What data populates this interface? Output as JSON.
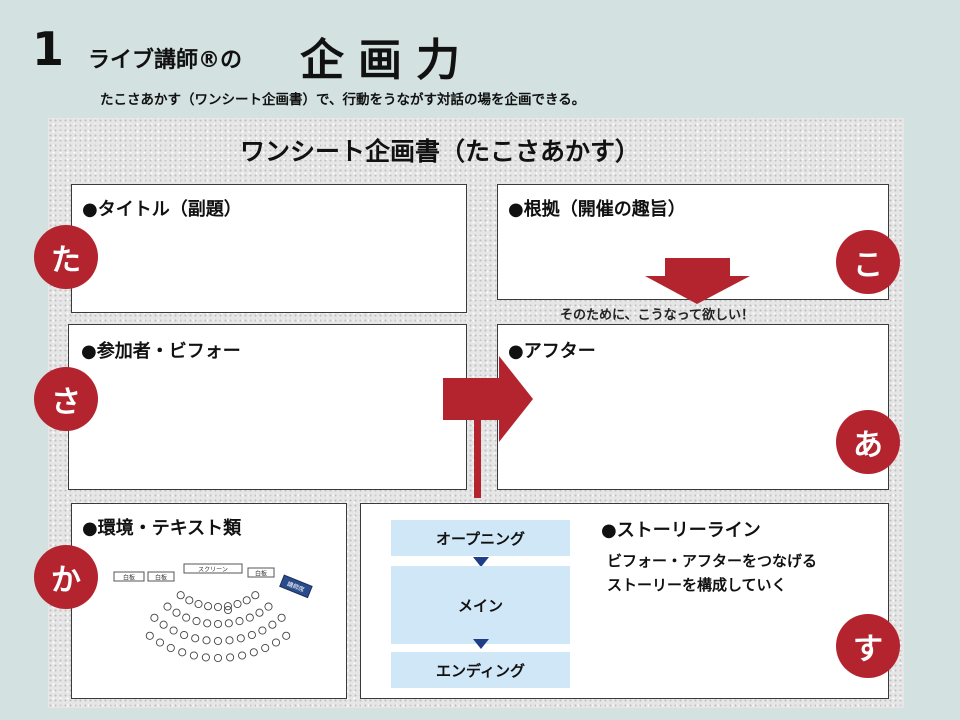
{
  "header": {
    "number": "1",
    "title_main": "ライブ講師®の",
    "title_big": "企画力",
    "subtitle": "たこさあかす（ワンシート企画書）で、行動をうながす対話の場を企画できる。"
  },
  "sheet": {
    "title": "ワンシート企画書（たこさあかす）",
    "boxes": {
      "title": "●タイトル（副題）",
      "reason": "●根拠（開催の趣旨）",
      "participants": "●参加者・ビフォー",
      "after": "●アフター",
      "environment": "●環境・テキスト類",
      "storyline": "●ストーリーライン"
    },
    "bridge_text": "そのために、こうなって欲しい！",
    "letters": {
      "ta": "た",
      "ko": "こ",
      "sa": "さ",
      "a": "あ",
      "ka": "か",
      "su": "す"
    },
    "story": {
      "phases": [
        "オープニング",
        "メイン",
        "エンディング"
      ],
      "description_line1": "ビフォー・アフターをつなげる",
      "description_line2": "ストーリーを構成していく"
    },
    "room": {
      "screen_label": "スクリーン",
      "desk_left_1": "白板",
      "desk_left_2": "白板",
      "desk_right": "白板",
      "lecturer_desk": "講師席"
    }
  },
  "colors": {
    "accent_red": "#b3242f",
    "phase_blue": "#cfe7f7",
    "phase_arrow": "#1e3f86",
    "background": "#d3e1e1"
  }
}
